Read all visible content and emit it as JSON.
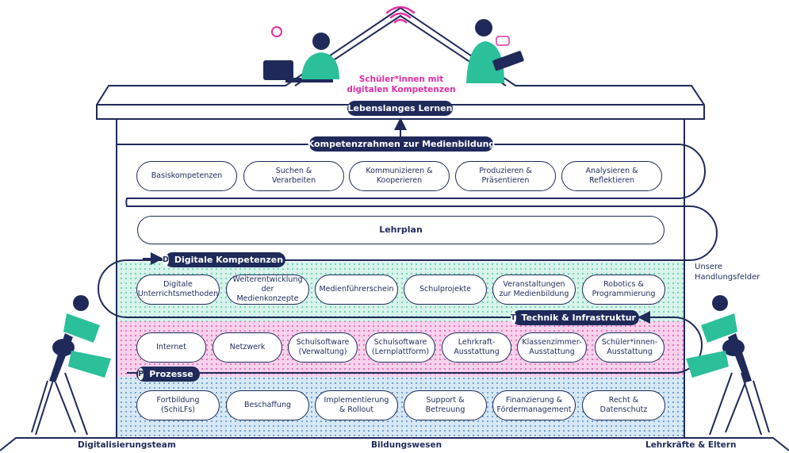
{
  "top": {
    "roof_text": "Schüler*innen mit\ndigitalen Kompetenzen",
    "lifelong": "Lebenslanges Lernen"
  },
  "kompetenzrahmen": {
    "title": "Kompetenzrahmen zur Medienbildung",
    "items": [
      "Basiskompetenzen",
      "Suchen &\nVerarbeiten",
      "Kommunizieren &\nKooperieren",
      "Produzieren &\nPräsentieren",
      "Analysieren &\nReflektieren"
    ]
  },
  "lehrplan": {
    "label": "Lehrplan"
  },
  "digitale": {
    "badge": "D",
    "title": "Digitale Kompetenzen",
    "items": [
      "Digitale\nUnterrichtsmethoden",
      "Weiterentwicklung\nder Medienkonzepte",
      "Medienführerschein",
      "Schulprojekte",
      "Veranstaltungen\nzur Medienbildung",
      "Robotics &\nProgrammierung"
    ]
  },
  "technik": {
    "badge": "T",
    "title": "Technik & Infrastruktur",
    "items": [
      "Internet",
      "Netzwerk",
      "Schulsoftware\n(Verwaltung)",
      "Schulsoftware\n(Lernplattform)",
      "Lehrkraft-\nAusstattung",
      "Klassenzimmer-\nAusstattung",
      "Schüler*innen-\nAusstattung"
    ]
  },
  "prozesse": {
    "badge": "P",
    "title": "Prozesse",
    "items": [
      "Fortbildung\n(SchiLFs)",
      "Beschaffung",
      "Implementierung\n& Rollout",
      "Support &\nBetreuung",
      "Finanzierung &\nFördermanagement",
      "Recht &\nDatenschutz"
    ]
  },
  "side_label": "Unsere\nHandlungsfelder",
  "bottom": {
    "left": "Digitalisierungsteam",
    "center": "Bildungswesen",
    "right": "Lehrkräfte & Eltern"
  },
  "colors": {
    "navy": "#1f2a5a",
    "pink": "#e22fa4",
    "teal": "#2bbf9a",
    "mint_band": "#d8f3ea",
    "pink_band": "#f7d2ec",
    "blue_band": "#d6e8f5"
  }
}
